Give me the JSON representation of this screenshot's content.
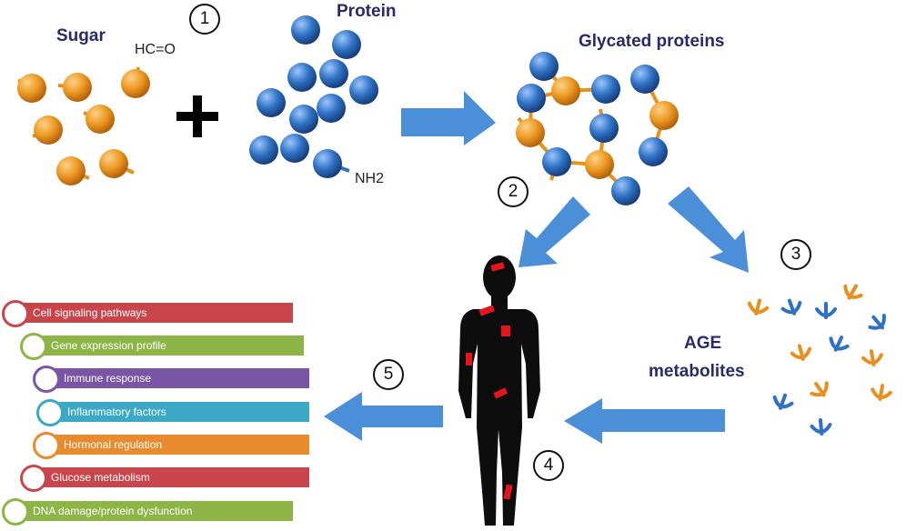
{
  "labels": {
    "sugar": "Sugar",
    "aldehyde": "HC=O",
    "protein": "Protein",
    "amine": "NH2",
    "glycated": "Glycated proteins",
    "age_line1": "AGE",
    "age_line2": "metabolites"
  },
  "steps": [
    "1",
    "2",
    "3",
    "4",
    "5"
  ],
  "outcomes": [
    {
      "label": "Cell signaling pathways",
      "color": "#c8464b"
    },
    {
      "label": "Gene expression profile",
      "color": "#8db545"
    },
    {
      "label": "Immune response",
      "color": "#7a55a6"
    },
    {
      "label": "Inflammatory factors",
      "color": "#3ba9c6"
    },
    {
      "label": "Hormonal regulation",
      "color": "#e88a2e"
    },
    {
      "label": "Glucose metabolism",
      "color": "#c8464b"
    },
    {
      "label": "DNA damage/protein dysfunction",
      "color": "#8db545"
    }
  ],
  "colors": {
    "sugar": "#e8901e",
    "protein": "#2f72c4",
    "arrow": "#4a8fd8",
    "lesion": "#e8141c",
    "silhouette": "#0d0d0d"
  },
  "icons": [
    "plus-icon",
    "arrow-icon",
    "human-silhouette-icon",
    "age-molecule-icon"
  ]
}
